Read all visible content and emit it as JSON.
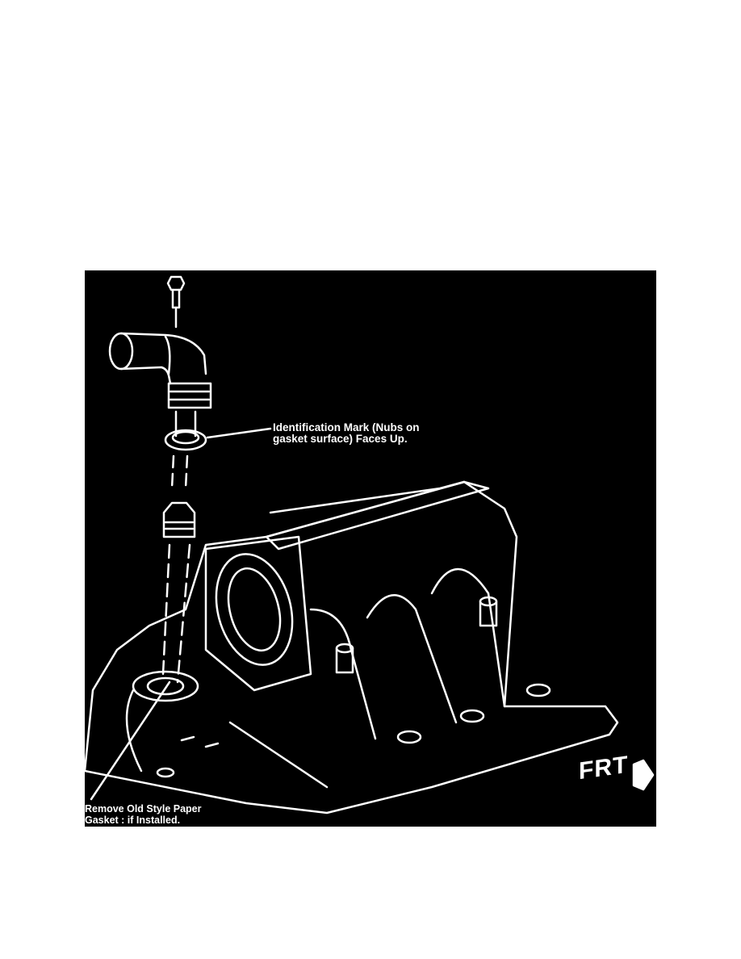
{
  "figure": {
    "callouts": {
      "identification_mark_line1": "Identification Mark (Nubs on",
      "identification_mark_line2": "gasket surface)  Faces Up.",
      "remove_gasket_line1": "Remove Old Style Paper",
      "remove_gasket_line2": "Gasket : if Installed."
    },
    "direction_label": "FRT",
    "colors": {
      "background": "#000000",
      "lines": "#ffffff"
    }
  }
}
